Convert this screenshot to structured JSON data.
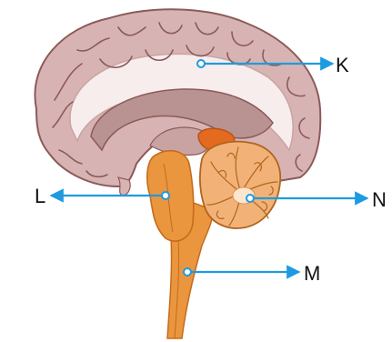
{
  "labels": {
    "k": "K",
    "l": "L",
    "m": "M",
    "n": "N"
  },
  "colors": {
    "cerebrum_fill": "#d7b4b3",
    "cerebrum_line": "#8c5a5a",
    "inner_fill": "#b89392",
    "white_band": "#f7eded",
    "brainstem": "#e9963f",
    "brainstem_dark": "#c86a1c",
    "cerebellum": "#f2b277",
    "cerebellum_line": "#b0651e",
    "pineal": "#e36a1e",
    "arrow": "#1e9be0",
    "text": "#111111"
  }
}
